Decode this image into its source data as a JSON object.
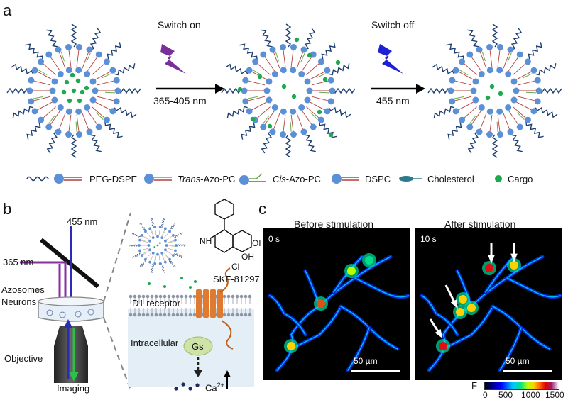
{
  "panels": {
    "a": "a",
    "b": "b",
    "c": "c"
  },
  "panel_a": {
    "switch_on": "Switch on",
    "switch_off": "Switch off",
    "wavelength_on": "365-405 nm",
    "wavelength_off": "455 nm",
    "colors": {
      "uv_bolt": "#7b2f9a",
      "blue_bolt": "#1f1fd6",
      "lipid_head": "#5b8fd6",
      "cargo": "#1fa84f",
      "peg": "#1d3e6e",
      "tail": "#b2413a"
    }
  },
  "legend": {
    "peg_dspe": "PEG-DSPE",
    "trans_azo_pc_italic": "Trans",
    "trans_azo_pc_rest": "-Azo-PC",
    "cis_azo_pc_italic": "Cis",
    "cis_azo_pc_rest": "-Azo-PC",
    "dspc": "DSPC",
    "cholesterol": "Cholesterol",
    "cargo": "Cargo"
  },
  "panel_b": {
    "nm455": "455 nm",
    "nm365": "365 nm",
    "azosomes": "Azosomes",
    "neurons": "Neurons",
    "objective": "Objective",
    "imaging": "Imaging",
    "compound": "SKF-81297",
    "oh1": "OH",
    "oh2": "OH",
    "cl": "Cl",
    "nh": "NH",
    "receptor": "D1 receptor",
    "intracellular": "Intracellular",
    "gs": "Gs",
    "ca": "Ca",
    "ca_sup": "2+"
  },
  "panel_c": {
    "before": "Before stimulation",
    "after": "After stimulation",
    "time_before": "0 s",
    "time_after": "10 s",
    "scale_before": "50 µm",
    "scale_after": "50 µm",
    "colorbar_label": "F",
    "colorbar_ticks": [
      "0",
      "500",
      "1000",
      "1500"
    ]
  }
}
